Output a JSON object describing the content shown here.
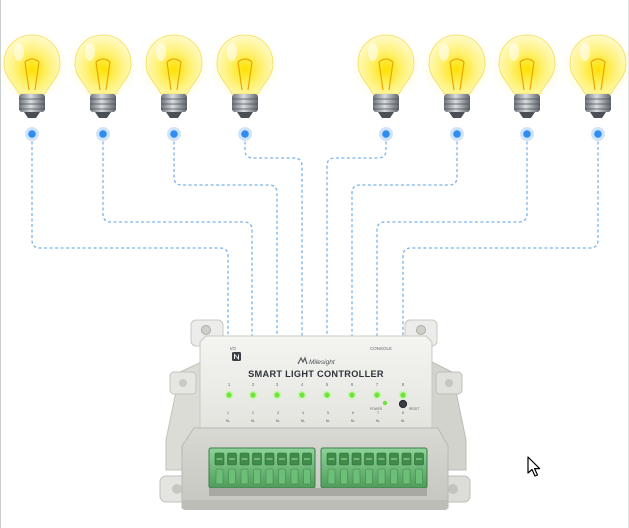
{
  "device": {
    "brand": "Milesight",
    "title": "SMART LIGHT CONTROLLER",
    "console_label": "CONSOLE",
    "power_label": "POWER",
    "reset_label": "RESET",
    "io_label": "I/O",
    "channel_numbers": [
      "1",
      "2",
      "3",
      "4",
      "5",
      "6",
      "7",
      "8"
    ],
    "terminal_pin": "NL"
  },
  "bulbs": [
    {
      "name": "bulb-1",
      "state": "on"
    },
    {
      "name": "bulb-2",
      "state": "on"
    },
    {
      "name": "bulb-3",
      "state": "on"
    },
    {
      "name": "bulb-4",
      "state": "on"
    },
    {
      "name": "bulb-5",
      "state": "on"
    },
    {
      "name": "bulb-6",
      "state": "on"
    },
    {
      "name": "bulb-7",
      "state": "on"
    },
    {
      "name": "bulb-8",
      "state": "on"
    }
  ],
  "colors": {
    "bulb_glow": "#fff07a",
    "bulb_core": "#ffe600",
    "connection_line": "#7ab3ea",
    "node_dot": "#2f8cf0",
    "led_on": "#6fe23c",
    "terminal_green": "#5fb068",
    "housing": "#e9e9e5"
  },
  "icons": {
    "nfc": "nfc-icon",
    "logo": "milesight-logo-icon",
    "cursor": "mouse-pointer-icon"
  }
}
